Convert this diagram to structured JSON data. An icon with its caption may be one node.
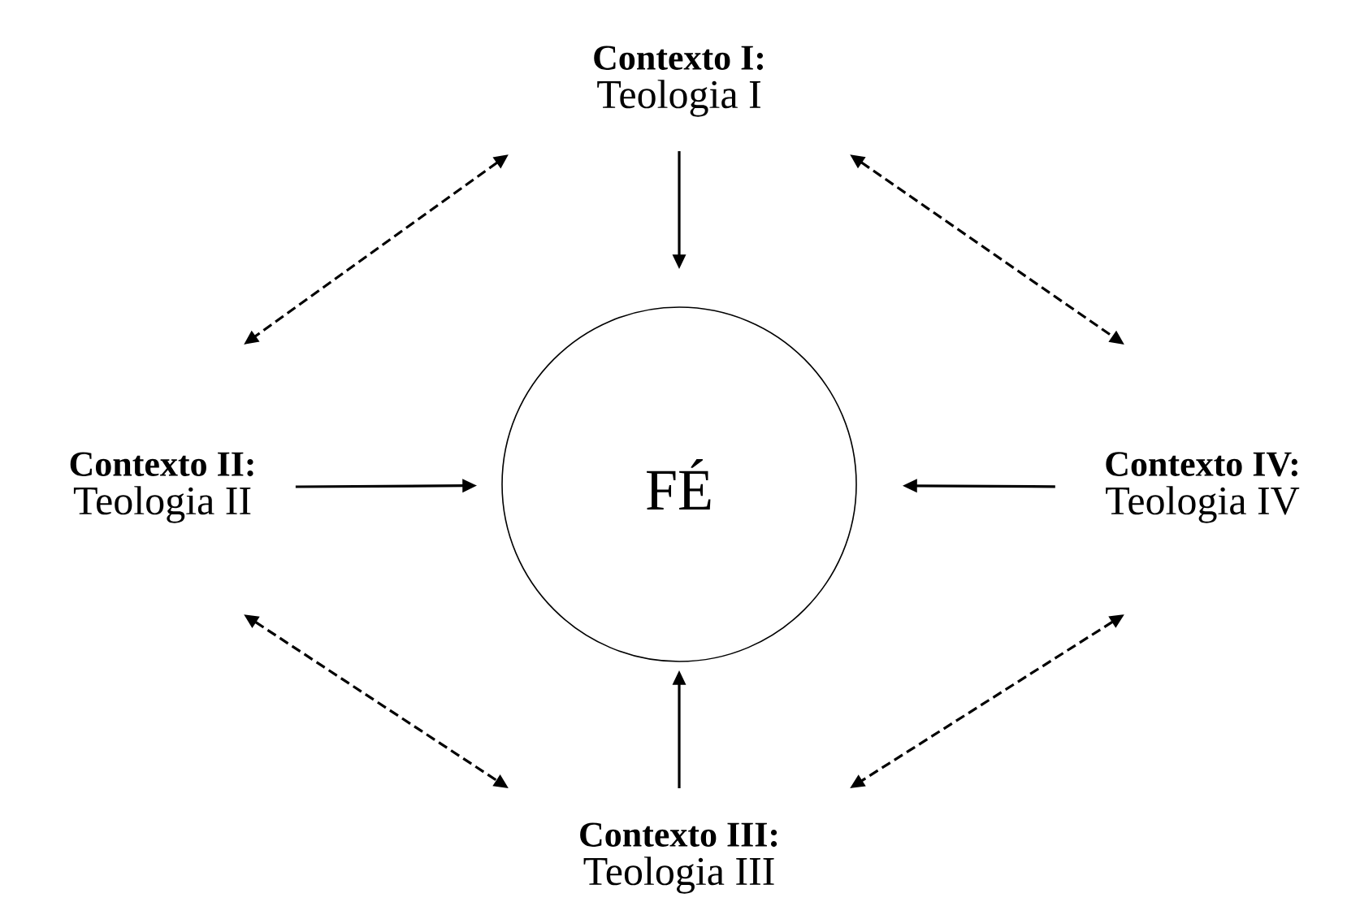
{
  "diagram": {
    "nodes": [
      {
        "text": [
          "Contexto I:",
          "Teologia I"
        ]
      },
      {
        "text": [
          "Contexto II:",
          "Teologia II"
        ]
      },
      {
        "text": [
          "FÉ"
        ]
      },
      {
        "text": [
          "Contexto IV:",
          "Teologia IV"
        ]
      },
      {
        "text": [
          "Contexto III:",
          "Teologia III"
        ]
      }
    ],
    "edges": [
      {
        "from": 0,
        "to": 1,
        "arrow": "both",
        "style": "dashed"
      },
      {
        "from": 0,
        "to": 2,
        "arrow": "to"
      },
      {
        "from": 0,
        "to": 3,
        "arrow": "both",
        "style": "dashed"
      },
      {
        "from": 1,
        "to": 2,
        "arrow": "to"
      },
      {
        "from": 3,
        "to": 2,
        "arrow": "to"
      },
      {
        "from": 1,
        "to": 4,
        "arrow": "both",
        "style": "dashed"
      },
      {
        "from": 4,
        "to": 2,
        "arrow": "to"
      },
      {
        "from": 3,
        "to": 4,
        "arrow": "both",
        "style": "dashed"
      }
    ]
  }
}
